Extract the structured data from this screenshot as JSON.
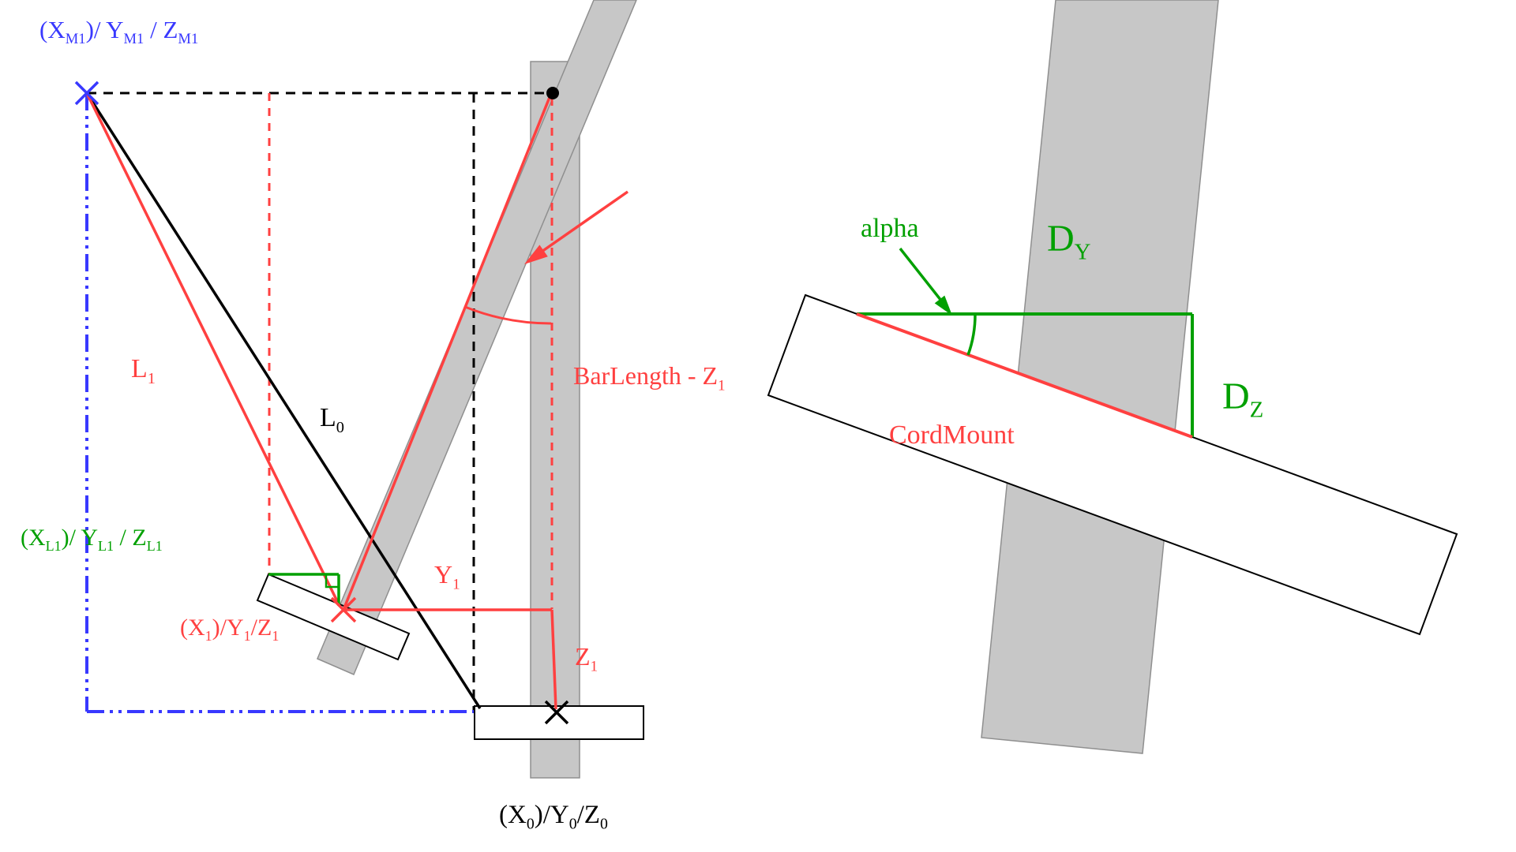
{
  "palette": {
    "red": "#ff4040",
    "green": "#00a000",
    "blue": "#3838ff",
    "black": "#000000",
    "gray_bar": "#c7c7c7",
    "bar_outline": "#8f8f8f",
    "background": "#ffffff"
  },
  "left_diagram": {
    "labels": {
      "m1": {
        "parts": [
          {
            "text": "(X"
          },
          {
            "sub": "M1"
          },
          {
            "text": ")/ Y"
          },
          {
            "sub": "M1"
          },
          {
            "text": " / Z"
          },
          {
            "sub": "M1"
          }
        ]
      },
      "l1": {
        "parts": [
          {
            "text": "L"
          },
          {
            "sub": "1"
          }
        ]
      },
      "l0": {
        "parts": [
          {
            "text": "L"
          },
          {
            "sub": "0"
          }
        ]
      },
      "bar_length": {
        "parts": [
          {
            "text": "BarLength - Z"
          },
          {
            "sub": "1"
          }
        ]
      },
      "xl1": {
        "parts": [
          {
            "text": "(X"
          },
          {
            "sub": "L1"
          },
          {
            "text": ")/ Y"
          },
          {
            "sub": "L1"
          },
          {
            "text": " / Z"
          },
          {
            "sub": "L1"
          }
        ]
      },
      "x1": {
        "parts": [
          {
            "text": "(X"
          },
          {
            "sub": "1"
          },
          {
            "text": ")/Y"
          },
          {
            "sub": "1"
          },
          {
            "text": "/Z"
          },
          {
            "sub": "1"
          }
        ]
      },
      "y1": {
        "parts": [
          {
            "text": "Y"
          },
          {
            "sub": "1"
          }
        ]
      },
      "z1": {
        "parts": [
          {
            "text": "Z"
          },
          {
            "sub": "1"
          }
        ]
      },
      "x0": {
        "parts": [
          {
            "text": "(X"
          },
          {
            "sub": "0"
          },
          {
            "text": ")/Y"
          },
          {
            "sub": "0"
          },
          {
            "text": "/Z"
          },
          {
            "sub": "0"
          }
        ]
      }
    }
  },
  "right_diagram": {
    "labels": {
      "alpha": "alpha",
      "dy": {
        "parts": [
          {
            "text": "D"
          },
          {
            "sub": "Y"
          }
        ]
      },
      "dz": {
        "parts": [
          {
            "text": "D"
          },
          {
            "sub": "Z"
          }
        ]
      },
      "cordmount": "CordMount"
    }
  }
}
